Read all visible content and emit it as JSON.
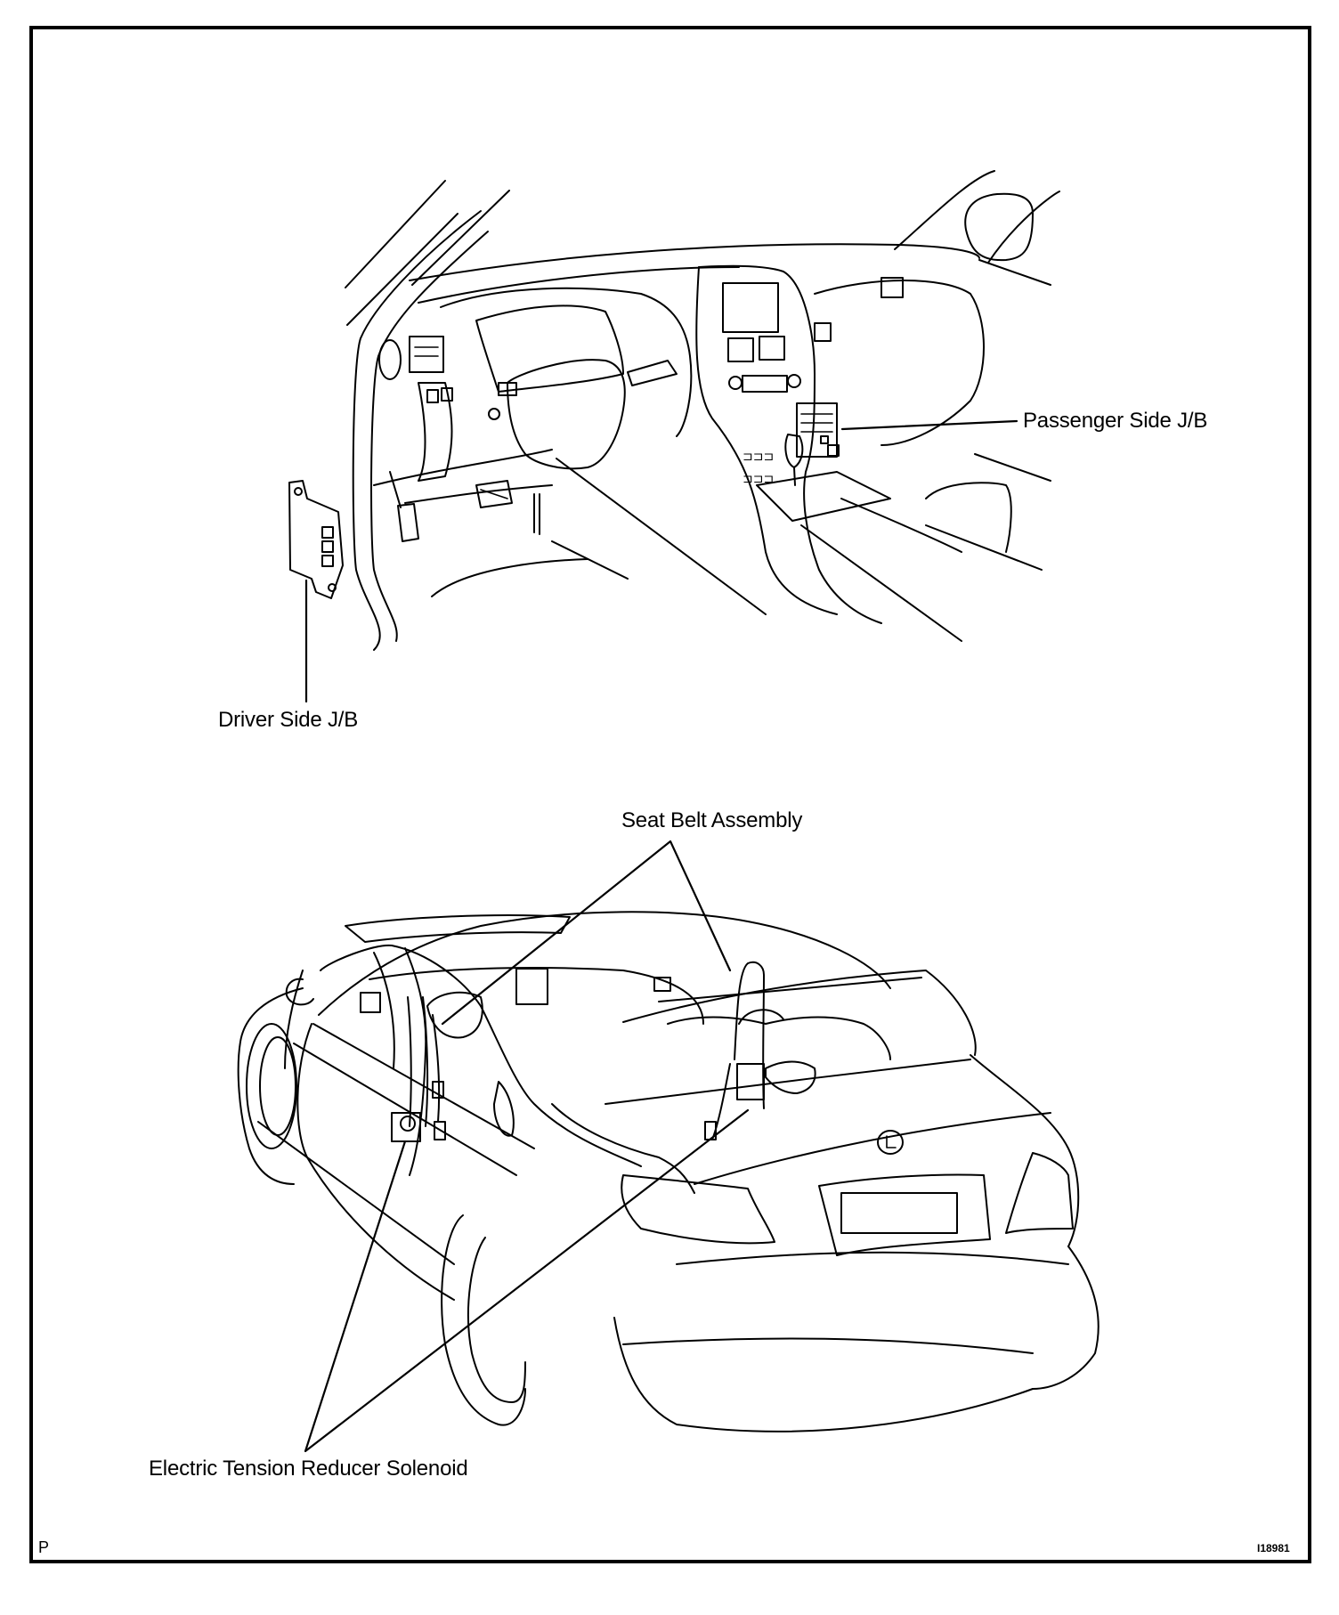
{
  "document": {
    "type": "service-manual-illustration",
    "subject": "Component location: junction blocks and seat belt tension reducer",
    "ink_color": "#000000",
    "paper_color": "#ffffff"
  },
  "views": [
    {
      "id": "instrument-panel-view",
      "description": "Dashboard / cockpit interior"
    },
    {
      "id": "vehicle-rear-view",
      "description": "Vehicle exterior rear three-quarter view with seat belts"
    }
  ],
  "callouts": {
    "passenger_jb": "Passenger Side J/B",
    "driver_jb": "Driver Side J/B",
    "seat_belt_assembly": "Seat Belt Assembly",
    "tension_reducer_solenoid": "Electric Tension Reducer Solenoid"
  },
  "footer": {
    "page_marker": "P",
    "figure_id": "I18981"
  }
}
